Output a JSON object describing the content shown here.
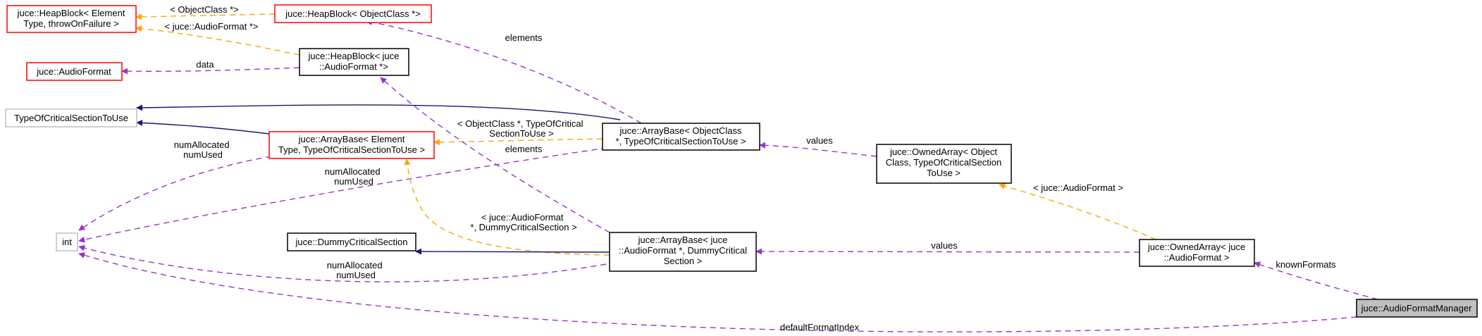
{
  "nodes": {
    "heapblock_element": [
      "juce::HeapBlock< Element",
      "Type, throwOnFailure >"
    ],
    "heapblock_objectclass": [
      "juce::HeapBlock< ObjectClass *>"
    ],
    "audioformat": [
      "juce::AudioFormat"
    ],
    "heapblock_audioformat": [
      "juce::HeapBlock< juce",
      "::AudioFormat *>"
    ],
    "typeofcritical": [
      "TypeOfCriticalSectionToUse"
    ],
    "arraybase_element": [
      "juce::ArrayBase< Element",
      "Type, TypeOfCriticalSectionToUse >"
    ],
    "arraybase_objectclass": [
      "juce::ArrayBase< ObjectClass",
      "*, TypeOfCriticalSectionToUse >"
    ],
    "ownedarray_objectclass": [
      "juce::OwnedArray< Object",
      "Class, TypeOfCriticalSection",
      "ToUse >"
    ],
    "int": [
      "int"
    ],
    "dummycritical": [
      "juce::DummyCriticalSection"
    ],
    "arraybase_audioformat": [
      "juce::ArrayBase< juce",
      "::AudioFormat *, DummyCritical",
      "Section >"
    ],
    "ownedarray_audioformat": [
      "juce::OwnedArray< juce",
      "::AudioFormat >"
    ],
    "audioformatmanager": [
      "juce::AudioFormatManager"
    ]
  },
  "edge_labels": {
    "objectclass_tmpl": [
      "< ObjectClass *>"
    ],
    "audioformat_ptr_tmpl": [
      "< juce::AudioFormat *>"
    ],
    "data": [
      "data"
    ],
    "elements_top": [
      "elements"
    ],
    "objectclass_critical_tmpl": [
      "< ObjectClass *, TypeOfCritical",
      "SectionToUse >"
    ],
    "elements_mid": [
      "elements"
    ],
    "values_top": [
      "values"
    ],
    "numallocated_left": [
      "numAllocated",
      "numUsed"
    ],
    "numallocated_mid": [
      "numAllocated",
      "numUsed"
    ],
    "audioformat_critical_tmpl": [
      "< juce::AudioFormat",
      "*, DummyCriticalSection >"
    ],
    "audioformat_tmpl": [
      "< juce::AudioFormat >"
    ],
    "values_bottom": [
      "values"
    ],
    "knownformats": [
      "knownFormats"
    ],
    "numallocated_bottom": [
      "numAllocated",
      "numUsed"
    ],
    "defaultformatindex": [
      "defaultFormatIndex"
    ]
  },
  "colors": {
    "node_border_default": "#000000",
    "node_border_incomplete": "#ff0000",
    "node_border_external": "#bfbfbf",
    "node_fill_focus": "#bfbfbf",
    "edge_inheritance": "#191970",
    "edge_usage": "#9a32cd",
    "edge_template": "#ffa500"
  }
}
